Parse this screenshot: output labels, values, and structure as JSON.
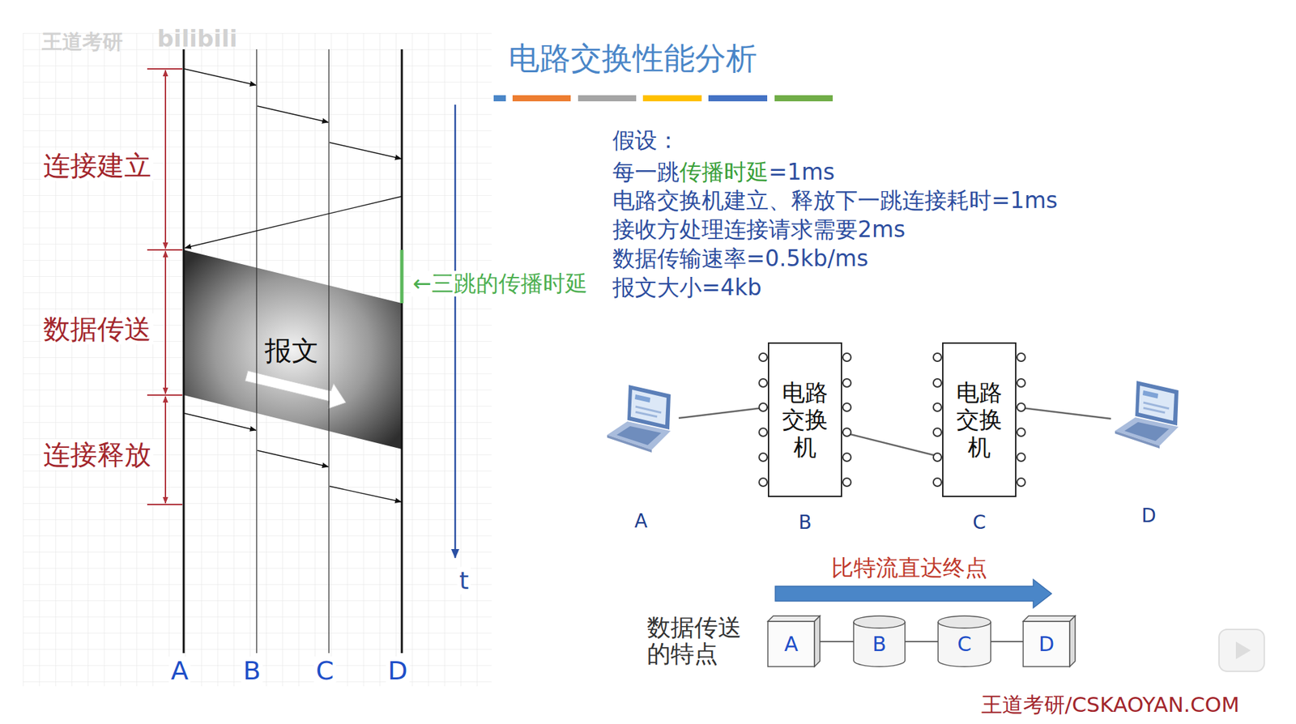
{
  "diagram": {
    "title": "电路交换性能分析",
    "nodes": [
      {
        "text": [
          "A"
        ]
      },
      {
        "text": [
          "电路 交换 机",
          "B"
        ]
      },
      {
        "text": [
          "电路 交换 机",
          "C"
        ]
      },
      {
        "text": [
          "D"
        ]
      },
      {
        "text": [
          "A"
        ]
      },
      {
        "text": [
          "B"
        ]
      },
      {
        "text": [
          "C"
        ]
      },
      {
        "text": [
          "D"
        ]
      }
    ],
    "edges": [
      {
        "from": 0,
        "to": 1,
        "arrow": "none"
      },
      {
        "from": 1,
        "to": 2,
        "arrow": "none"
      },
      {
        "from": 2,
        "to": 3,
        "arrow": "none"
      },
      {
        "from": 4,
        "to": 5,
        "arrow": "none"
      },
      {
        "from": 5,
        "to": 6,
        "arrow": "none"
      },
      {
        "from": 6,
        "to": 7,
        "arrow": "none"
      }
    ],
    "labels": [
      "王道考研",
      "bilibili",
      "连接建立",
      "数据传送",
      "连接释放",
      "报文",
      "←三跳的传播时延",
      "t",
      "A",
      "B",
      "C",
      "D",
      "假设：",
      "每一跳",
      "传播时延",
      "=1ms",
      "电路交换机建立、释放下一跳连接耗时=1ms",
      "接收方处理连接请求需要2ms",
      "数据传输速率=0.5kb/ms",
      "报文大小=4kb",
      "比特流直达终点",
      "数据传送 的特点",
      "王道考研/CSKAOYAN.COM"
    ]
  }
}
